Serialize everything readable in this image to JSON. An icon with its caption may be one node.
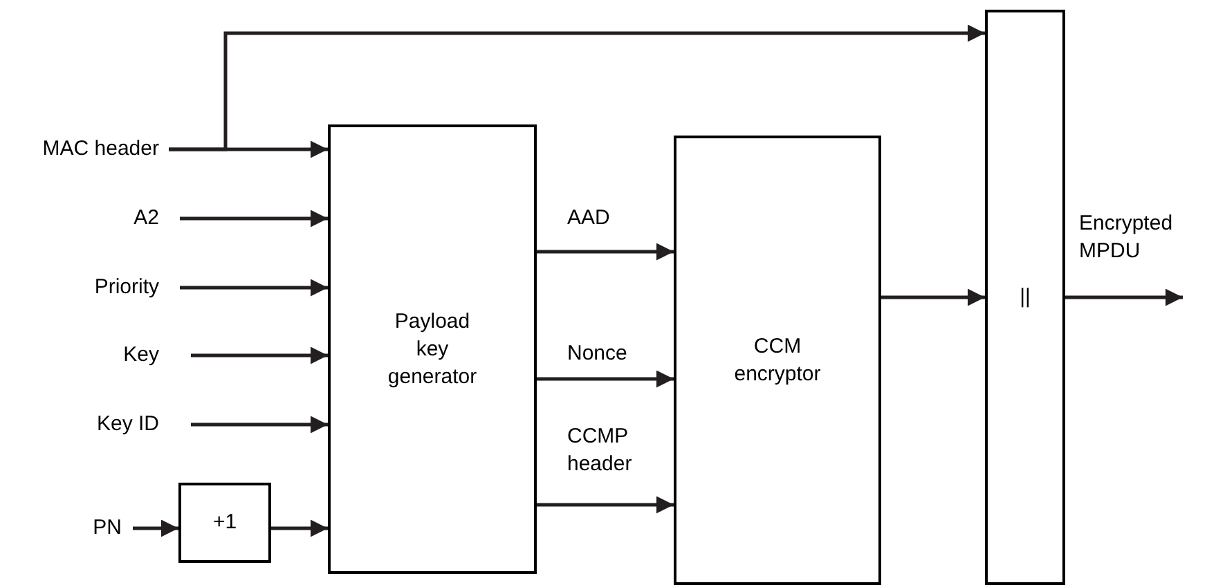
{
  "diagram": {
    "nodes": [
      {
        "text": [
          "MAC header"
        ]
      },
      {
        "text": [
          "A2"
        ]
      },
      {
        "text": [
          "Priority"
        ]
      },
      {
        "text": [
          "Key"
        ]
      },
      {
        "text": [
          "Key ID"
        ]
      },
      {
        "text": [
          "PN"
        ]
      },
      {
        "text": [
          "+1"
        ]
      },
      {
        "text": [
          "Payload key generator"
        ]
      },
      {
        "text": [
          "CCM encryptor"
        ]
      },
      {
        "text": [
          "||"
        ]
      }
    ],
    "edges": [
      {
        "from": 0,
        "to": 7,
        "arrow": "to"
      },
      {
        "from": 0,
        "to": 9,
        "arrow": "to"
      },
      {
        "from": 1,
        "to": 7,
        "arrow": "to"
      },
      {
        "from": 2,
        "to": 7,
        "arrow": "to"
      },
      {
        "from": 3,
        "to": 7,
        "arrow": "to"
      },
      {
        "from": 4,
        "to": 7,
        "arrow": "to"
      },
      {
        "from": 5,
        "to": 6,
        "arrow": "to"
      },
      {
        "from": 6,
        "to": 7,
        "arrow": "to"
      },
      {
        "from": 7,
        "to": 8,
        "arrow": "to",
        "label": "AAD"
      },
      {
        "from": 7,
        "to": 8,
        "arrow": "to",
        "label": "Nonce"
      },
      {
        "from": 7,
        "to": 8,
        "arrow": "to",
        "label": "CCMP header"
      },
      {
        "from": 8,
        "to": 9,
        "arrow": "to"
      },
      {
        "from": 9,
        "to": null,
        "arrow": "to",
        "label": "Encrypted MPDU"
      }
    ]
  }
}
